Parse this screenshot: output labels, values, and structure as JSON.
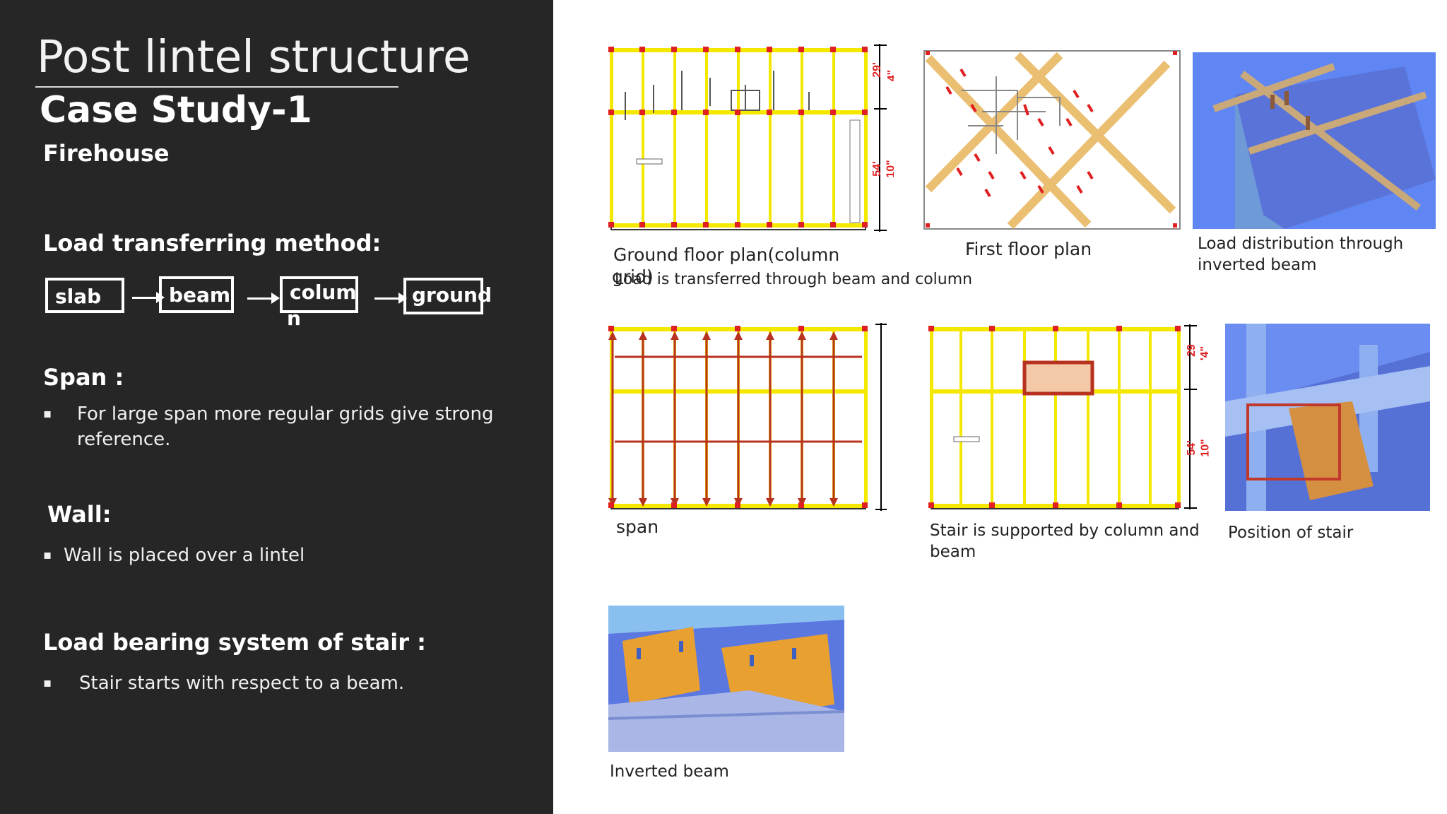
{
  "left": {
    "title": "Post lintel structure",
    "case": "Case Study-1",
    "firehouse": "Firehouse",
    "load_method": "Load transferring method:",
    "flow": [
      "slab",
      "beam",
      "colum",
      "ground"
    ],
    "flow_overflow": "n",
    "span_heading": "Span :",
    "span_bullet": "For large span more regular grids give strong reference.",
    "wall_heading": "Wall:",
    "wall_bullet": "Wall is placed over a lintel",
    "stair_heading": "Load bearing system of stair :",
    "stair_bullet": "Stair starts  with respect to a beam.",
    "bullet_glyph": "▪"
  },
  "captions": {
    "ground_floor_1": "Ground floor plan(column",
    "ground_floor_2": "grid)",
    "load_line": "Load is transferred through beam and column",
    "first_floor": "First floor plan",
    "inverted_1": "Load distribution through",
    "inverted_2": "inverted beam",
    "span": "span",
    "stair_1": "Stair is supported by column and",
    "stair_2": "beam",
    "position": "Position of stair",
    "inverted_beam": "Inverted beam"
  },
  "dims": {
    "a1": "29'",
    "a2": "4\"",
    "b1": "54'",
    "b2": "10\"",
    "c1": "29",
    "c2": "'4\"",
    "d1": "54'",
    "d2": "10\""
  },
  "colors": {
    "panel": "#262626",
    "beam": "#f5e800",
    "column": "#e02020",
    "arrow": "#b83220"
  }
}
